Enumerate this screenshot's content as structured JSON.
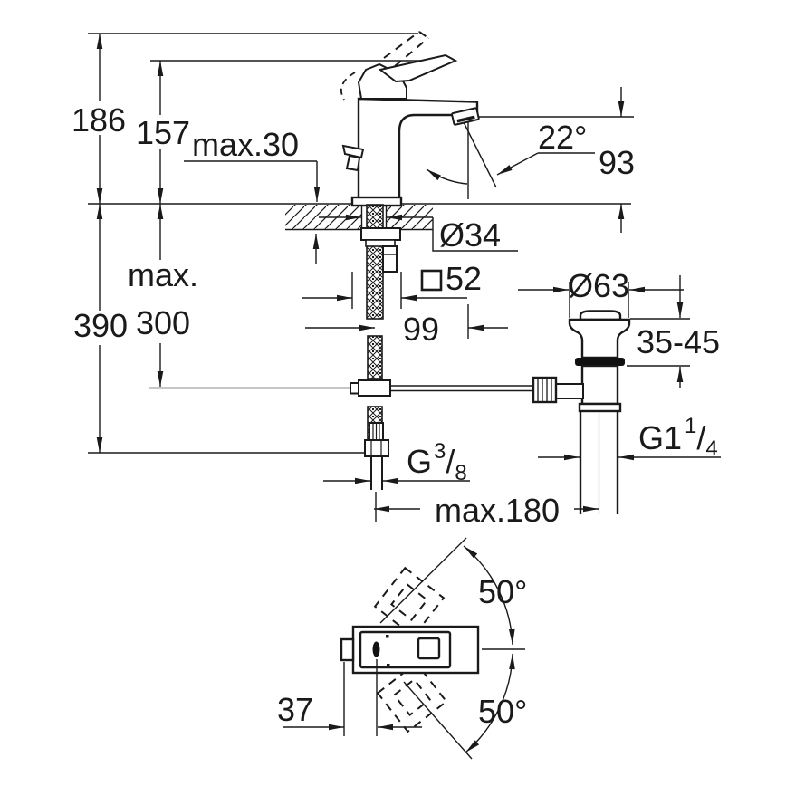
{
  "drawing": {
    "kind": "faucet-installation-technical-drawing",
    "views": [
      "side-elevation-with-popup-waste",
      "top-plan-with-swivel-range"
    ]
  },
  "colors": {
    "line": "#1a1a1a",
    "background": "#ffffff",
    "seal": "#111111"
  },
  "dimensions": {
    "overall_height": "186",
    "height_to_handle_top": "157",
    "deck_thickness_max": "max.30",
    "spout_angle": "22°",
    "spout_outlet_height": "93",
    "hole_diameter": "Ø34",
    "body_square_value": "52",
    "spout_projection": "99",
    "depth_below_deck": "390",
    "riser_max_line1": "max.",
    "riser_max_line2": "300",
    "waste_flange_diameter": "Ø63",
    "clamping_range": "35-45",
    "hose_reach_max": "max.180",
    "swivel_angle_up": "50°",
    "swivel_angle_down": "50°",
    "rod_offset": "37",
    "waste_thread": {
      "main": "G1",
      "sup": "1",
      "slash": "/",
      "sub": "4"
    },
    "supply_thread": {
      "main": "G",
      "sup": "3",
      "slash": "/",
      "sub": "8"
    }
  }
}
